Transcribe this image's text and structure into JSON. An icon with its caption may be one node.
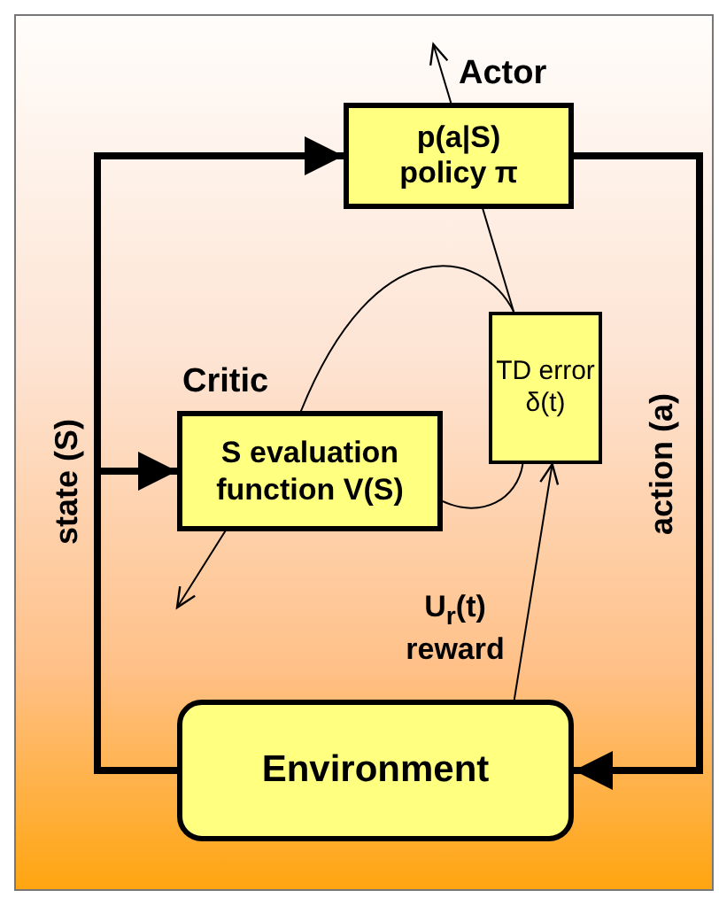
{
  "diagram": {
    "nodes": [
      {
        "text": [
          "Actor",
          "p(a|S) policy π"
        ]
      },
      {
        "text": [
          "Critic",
          "S evaluation function V(S)"
        ]
      },
      {
        "text": [
          "TD error δ(t)"
        ]
      },
      {
        "text": [
          "Environment"
        ]
      }
    ],
    "edges": [
      {
        "from": 3,
        "to": 0,
        "arrow": "to",
        "style": "thick",
        "label": "state (S)"
      },
      {
        "from": 3,
        "to": 1,
        "arrow": "to",
        "style": "thick"
      },
      {
        "from": 0,
        "to": 3,
        "arrow": "to",
        "style": "thick",
        "label": "action (a)"
      },
      {
        "from": 3,
        "to": 2,
        "arrow": "to",
        "label": "U$_{r}$(t) reward"
      },
      {
        "from": 1,
        "to": 2,
        "arrow": "none"
      },
      {
        "from": 2,
        "to": 0,
        "arrow": "to"
      },
      {
        "from": 2,
        "to": null,
        "arrow": "to"
      }
    ]
  }
}
